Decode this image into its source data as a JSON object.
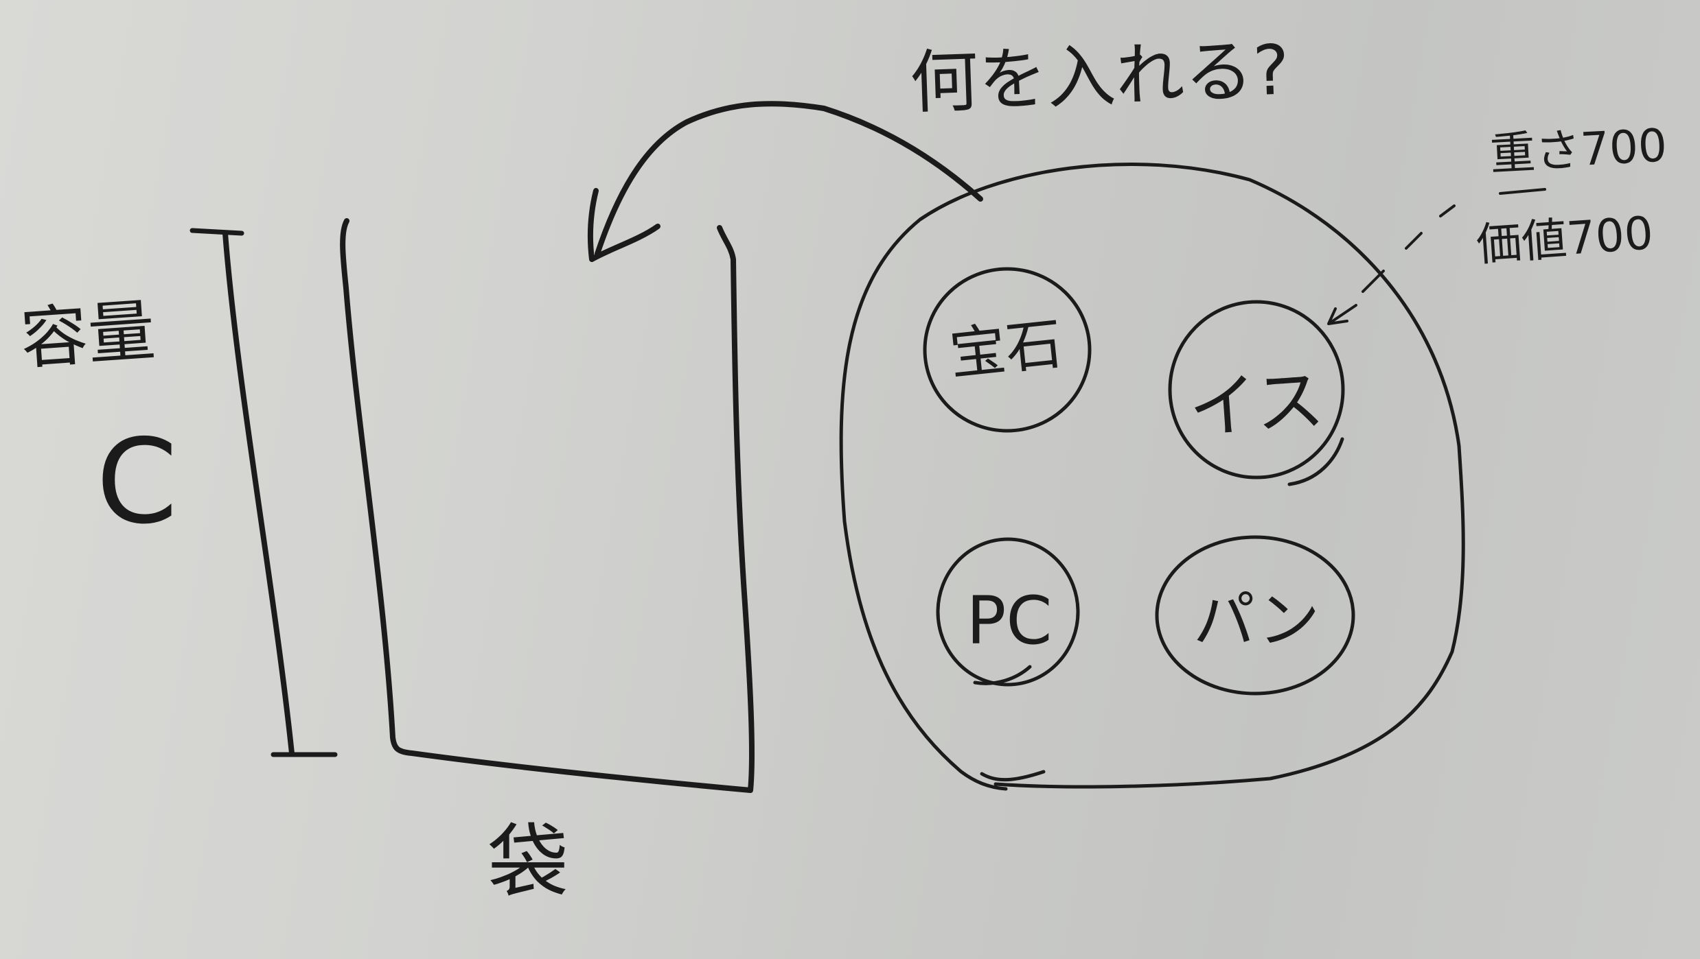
{
  "diagram": {
    "question": "何を入れる?",
    "weight_label": "重さ700",
    "value_label": "価値700",
    "capacity_label": "容量",
    "capacity_symbol": "C",
    "bag_label": "袋",
    "items": [
      {
        "label": "宝石"
      },
      {
        "label": "イス"
      },
      {
        "label": "PC"
      },
      {
        "label": "パン"
      }
    ]
  },
  "colors": {
    "ink": "#1b1b1b",
    "board": "#d2d3d0"
  }
}
